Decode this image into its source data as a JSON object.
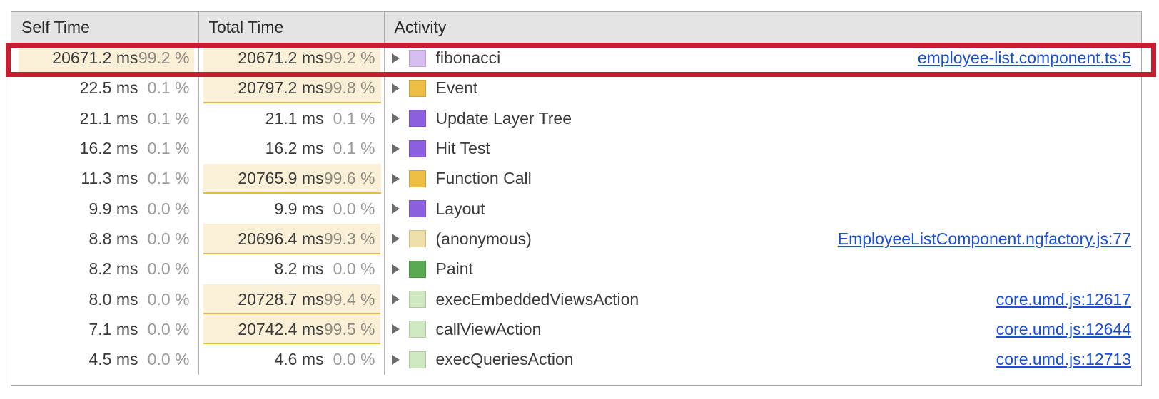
{
  "panel": {
    "headers": {
      "self_time": "Self Time",
      "total_time": "Total Time",
      "activity": "Activity"
    },
    "expand_icon": "triangle-right-icon",
    "highlight_color": "#c41e30",
    "bar_fill_color": "#faf0d7",
    "bar_border_color": "#e8b93c",
    "link_color": "#1a4fd6"
  },
  "rows": [
    {
      "self_ms": "20671.2 ms",
      "self_pct": "99.2 %",
      "self_bar_pct": 99.2,
      "self_highlighted": true,
      "total_ms": "20671.2 ms",
      "total_pct": "99.2 %",
      "total_bar_pct": 99.2,
      "total_highlighted": true,
      "activity": "fibonacci",
      "swatch_color": "#d6bff0",
      "source": "employee-list.component.ts:5",
      "annotated": true
    },
    {
      "self_ms": "22.5 ms",
      "self_pct": "0.1 %",
      "self_bar_pct": 0.1,
      "self_highlighted": false,
      "total_ms": "20797.2 ms",
      "total_pct": "99.8 %",
      "total_bar_pct": 99.8,
      "total_highlighted": true,
      "activity": "Event",
      "swatch_color": "#edbe43",
      "source": "",
      "annotated": false
    },
    {
      "self_ms": "21.1 ms",
      "self_pct": "0.1 %",
      "self_bar_pct": 0.1,
      "self_highlighted": false,
      "total_ms": "21.1 ms",
      "total_pct": "0.1 %",
      "total_bar_pct": 0.1,
      "total_highlighted": false,
      "activity": "Update Layer Tree",
      "swatch_color": "#8b5fe0",
      "source": "",
      "annotated": false
    },
    {
      "self_ms": "16.2 ms",
      "self_pct": "0.1 %",
      "self_bar_pct": 0.1,
      "self_highlighted": false,
      "total_ms": "16.2 ms",
      "total_pct": "0.1 %",
      "total_bar_pct": 0.1,
      "total_highlighted": false,
      "activity": "Hit Test",
      "swatch_color": "#8b5fe0",
      "source": "",
      "annotated": false
    },
    {
      "self_ms": "11.3 ms",
      "self_pct": "0.1 %",
      "self_bar_pct": 0.1,
      "self_highlighted": false,
      "total_ms": "20765.9 ms",
      "total_pct": "99.6 %",
      "total_bar_pct": 99.6,
      "total_highlighted": true,
      "activity": "Function Call",
      "swatch_color": "#edbe43",
      "source": "",
      "annotated": false
    },
    {
      "self_ms": "9.9 ms",
      "self_pct": "0.0 %",
      "self_bar_pct": 0.0,
      "self_highlighted": false,
      "total_ms": "9.9 ms",
      "total_pct": "0.0 %",
      "total_bar_pct": 0.0,
      "total_highlighted": false,
      "activity": "Layout",
      "swatch_color": "#8b5fe0",
      "source": "",
      "annotated": false
    },
    {
      "self_ms": "8.8 ms",
      "self_pct": "0.0 %",
      "self_bar_pct": 0.0,
      "self_highlighted": false,
      "total_ms": "20696.4 ms",
      "total_pct": "99.3 %",
      "total_bar_pct": 99.3,
      "total_highlighted": true,
      "activity": "(anonymous)",
      "swatch_color": "#f0dfa8",
      "source": "EmployeeListComponent.ngfactory.js:77",
      "annotated": false
    },
    {
      "self_ms": "8.2 ms",
      "self_pct": "0.0 %",
      "self_bar_pct": 0.0,
      "self_highlighted": false,
      "total_ms": "8.2 ms",
      "total_pct": "0.0 %",
      "total_bar_pct": 0.0,
      "total_highlighted": false,
      "activity": "Paint",
      "swatch_color": "#5aaa53",
      "source": "",
      "annotated": false
    },
    {
      "self_ms": "8.0 ms",
      "self_pct": "0.0 %",
      "self_bar_pct": 0.0,
      "self_highlighted": false,
      "total_ms": "20728.7 ms",
      "total_pct": "99.4 %",
      "total_bar_pct": 99.4,
      "total_highlighted": true,
      "activity": "execEmbeddedViewsAction",
      "swatch_color": "#cfe8c2",
      "source": "core.umd.js:12617",
      "annotated": false
    },
    {
      "self_ms": "7.1 ms",
      "self_pct": "0.0 %",
      "self_bar_pct": 0.0,
      "self_highlighted": false,
      "total_ms": "20742.4 ms",
      "total_pct": "99.5 %",
      "total_bar_pct": 99.5,
      "total_highlighted": true,
      "activity": "callViewAction",
      "swatch_color": "#cfe8c2",
      "source": "core.umd.js:12644",
      "annotated": false
    },
    {
      "self_ms": "4.5 ms",
      "self_pct": "0.0 %",
      "self_bar_pct": 0.0,
      "self_highlighted": false,
      "total_ms": "4.6 ms",
      "total_pct": "0.0 %",
      "total_bar_pct": 0.0,
      "total_highlighted": false,
      "activity": "execQueriesAction",
      "swatch_color": "#cfe8c2",
      "source": "core.umd.js:12713",
      "annotated": false
    }
  ]
}
